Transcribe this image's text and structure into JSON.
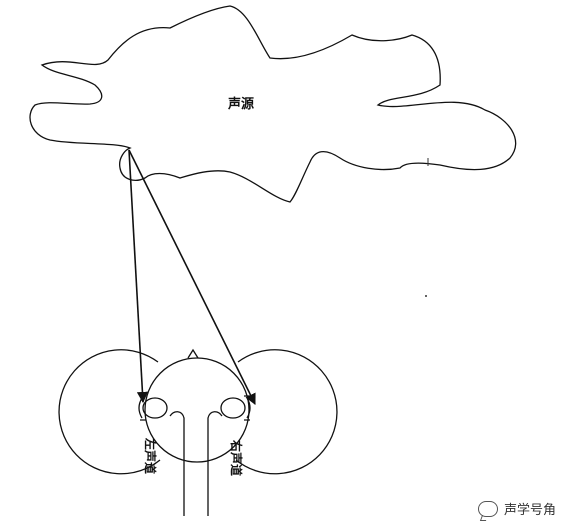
{
  "diagram": {
    "source_label": "声源",
    "left_channel_label": "左声道",
    "right_channel_label": "右声道"
  },
  "watermark": {
    "text": "声学号角",
    "icon": "chat-bubble-icon"
  }
}
